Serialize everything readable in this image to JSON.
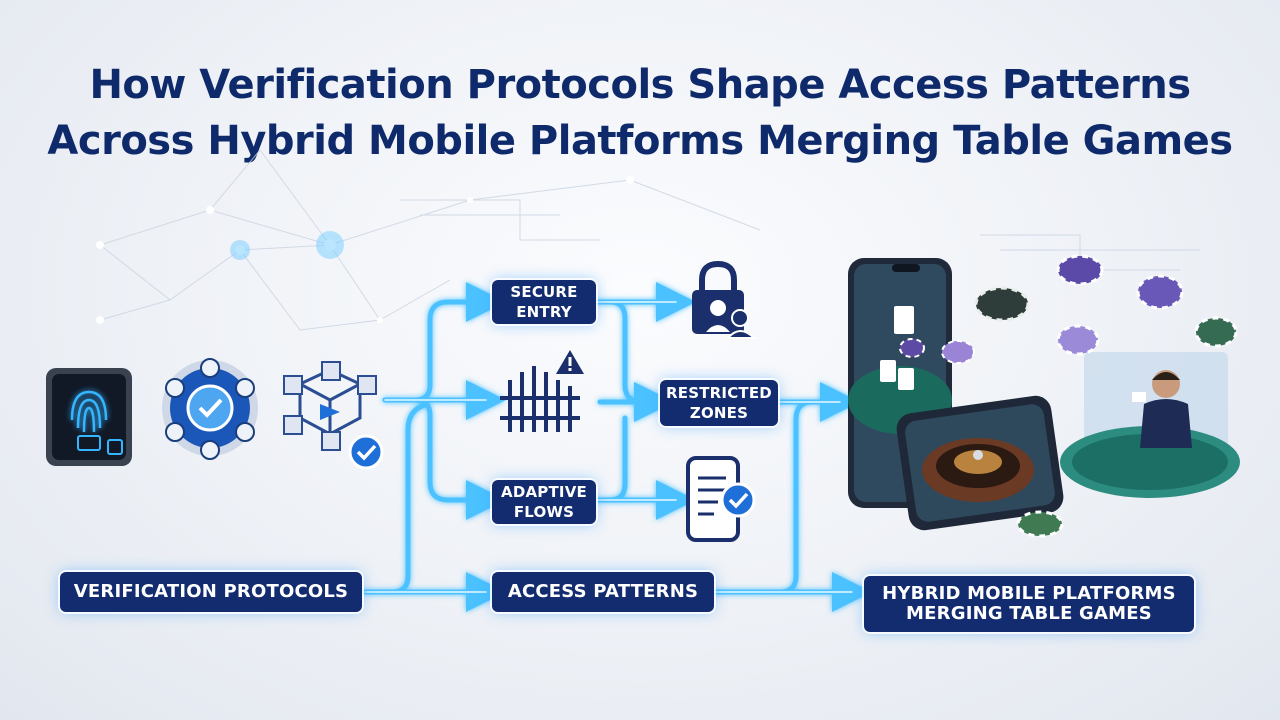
{
  "title": {
    "line1": "How Verification Protocols Shape Access Patterns",
    "line2": "Across Hybrid Mobile Platforms Merging Table Games"
  },
  "boxes": {
    "secure_entry": [
      "SECURE",
      "ENTRY"
    ],
    "restricted_zones": [
      "RESTRICTED",
      "ZONES"
    ],
    "adaptive_flows": [
      "ADAPTIVE",
      "FLOWS"
    ],
    "verification_protocols": "VERIFICATION PROTOCOLS",
    "access_patterns": "ACCESS PATTERNS",
    "hybrid_platforms": [
      "HYBRID MOBILE PLATFORMS",
      "MERGING TABLE GAMES"
    ]
  },
  "icons": {
    "left": [
      "fingerprint-scanner-icon",
      "security-hub-icon",
      "blockchain-cube-icon"
    ],
    "middle": [
      "barrier-gate-warning-icon",
      "lock-users-icon",
      "phone-checklist-icon"
    ],
    "right": [
      "smartphone-blackjack-icon",
      "smartphone-roulette-icon",
      "live-dealer-icon",
      "casino-chips-icon"
    ]
  },
  "colors": {
    "navy": "#132c6f",
    "title": "#0f2a6b",
    "flow_glow": "#38b6ff",
    "flow_core": "#dff4ff"
  }
}
